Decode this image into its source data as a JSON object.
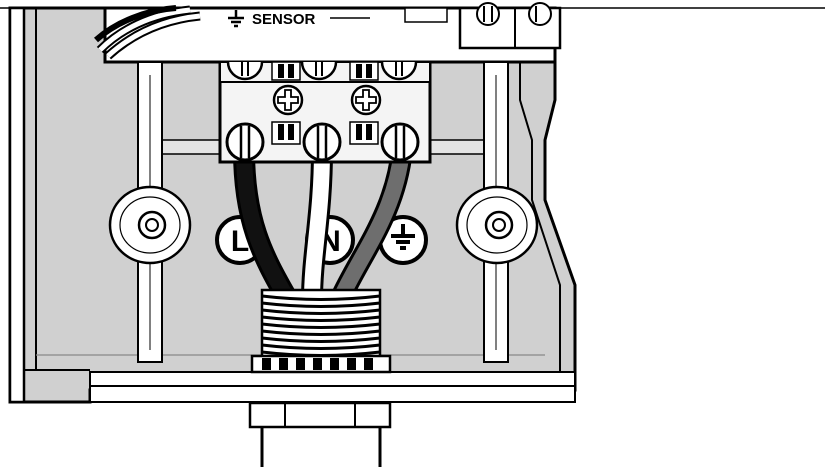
{
  "labels": {
    "sensor": "SENSOR",
    "line": "L",
    "neutral": "N"
  },
  "icons": {
    "ground": "ground-symbol-icon",
    "screw_plus": "phillips-screw-icon",
    "screw_slot": "slotted-screw-icon"
  },
  "colors": {
    "ink": "#000000",
    "housing": "#d0d0d0",
    "terminal": "#f4f4f4",
    "wire_line": "#111111",
    "wire_neutral": "#ffffff",
    "wire_ground": "#6e6e6e"
  }
}
